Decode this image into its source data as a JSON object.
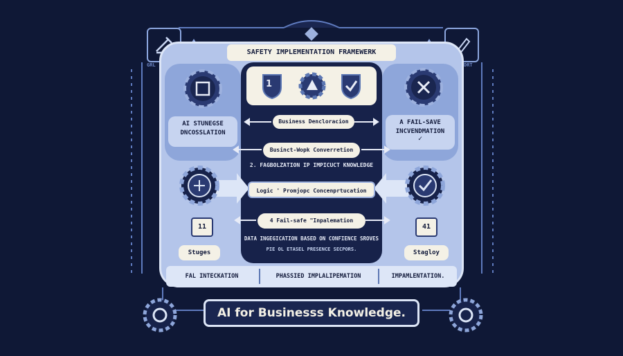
{
  "header": {
    "title": "SAFETY IMPLEMENTATION FRAMEWERK"
  },
  "left_panel": {
    "title_line1": "AI STUNEGSE",
    "title_line2": "DNCOSSLATION",
    "badge": "11",
    "stage_label": "Stuges"
  },
  "right_panel": {
    "title_line1": "A FAIL-SAVE",
    "title_line2": "INCVENDMATION",
    "badge": "41",
    "stage_label": "Stagloy"
  },
  "center": {
    "top_badge": "1",
    "steps": [
      "Business Dencloracion",
      "Businct-Wopk Converretion",
      "Logic ' Promjopc Concenprtucation",
      "4 Fail-safe \"Inpalemation"
    ],
    "mid_caption": "2. FAGBOLZATION IP IMPICUCT KNOWLEDGE",
    "data_line1": "DATA INGEGICATION BASED ON CONFIENCE SROVES",
    "data_line2": "PIE OL ETASEL PRESENCE SECPORS."
  },
  "bottom_row": [
    "FAL INTECKATION",
    "PHASSIED IMPLALIPEMATION",
    "IMPAMLENTATION."
  ],
  "footer": {
    "title": "AI for Businesss Knowledge."
  },
  "corner_labels": {
    "left": "GRL",
    "right": "DRT"
  },
  "colors": {
    "background": "#0f1836",
    "panel": "#9db1de",
    "panel_dark": "#5c77b3",
    "cream": "#f4f1e6",
    "navy": "#11193a"
  }
}
